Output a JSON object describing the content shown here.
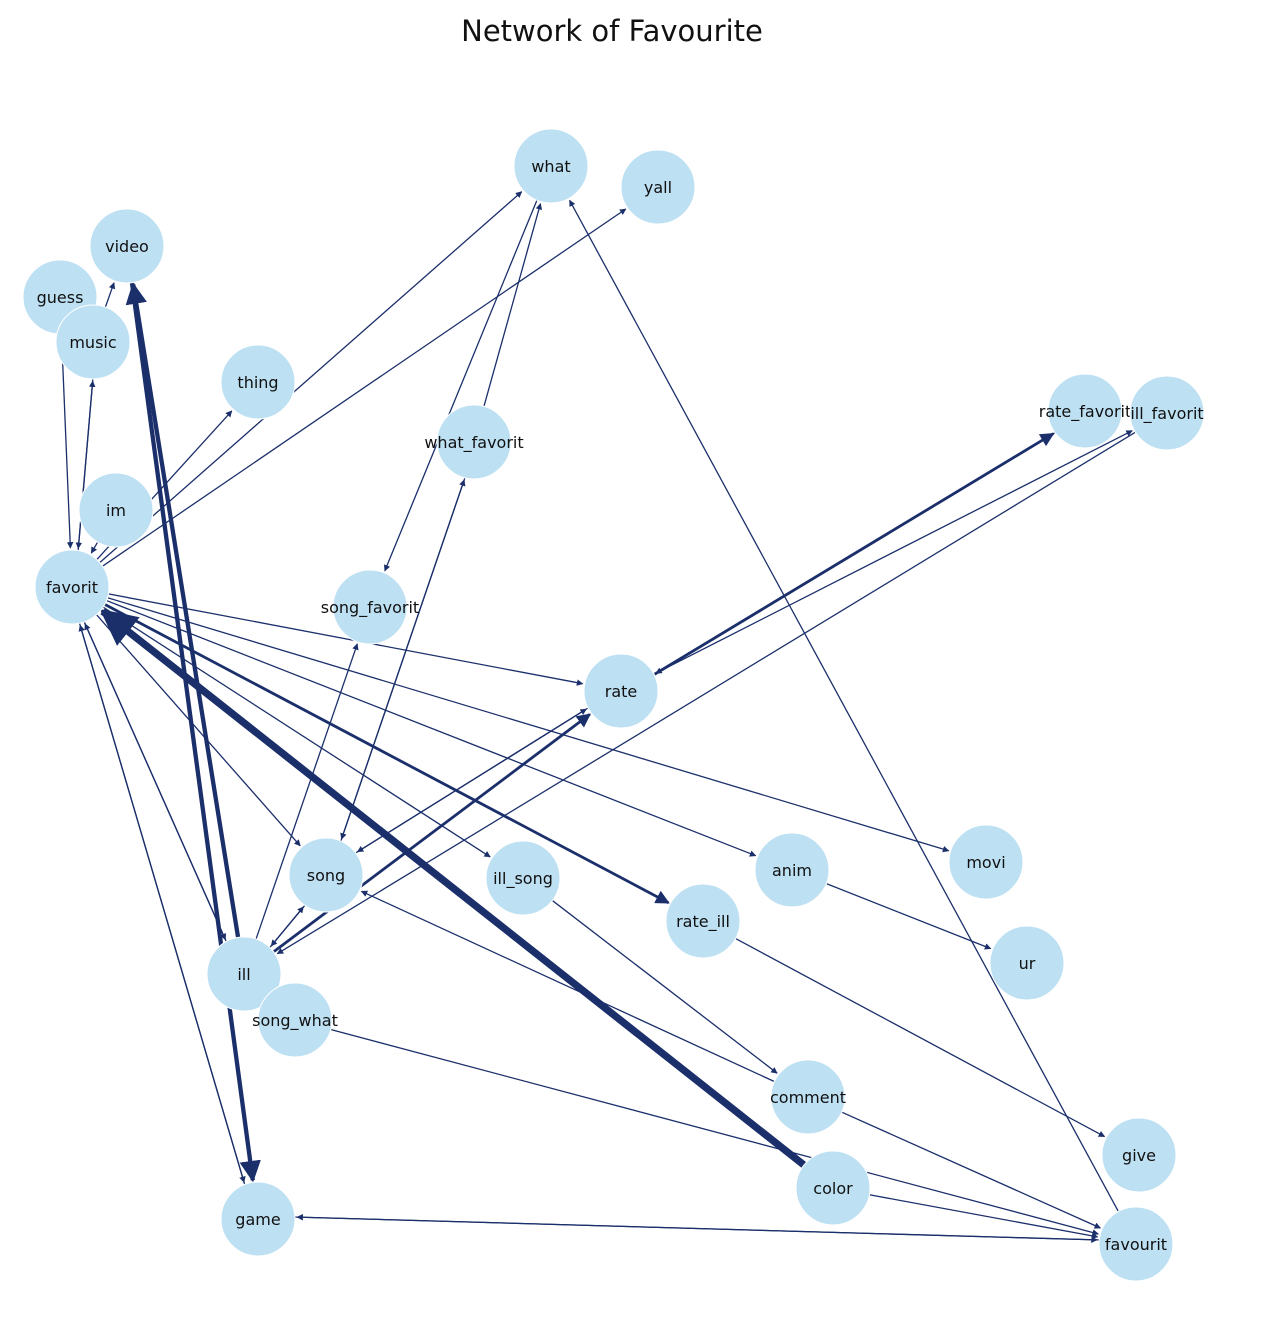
{
  "title": "Network of Favourite",
  "colors": {
    "node_fill": "#bde0f3",
    "edge": "#1b2f6b",
    "text": "#111111"
  },
  "nodes": [
    {
      "id": "what",
      "label": "what"
    },
    {
      "id": "yall",
      "label": "yall"
    },
    {
      "id": "video",
      "label": "video"
    },
    {
      "id": "guess",
      "label": "guess"
    },
    {
      "id": "music",
      "label": "music"
    },
    {
      "id": "thing",
      "label": "thing"
    },
    {
      "id": "what_favorit",
      "label": "what_favorit"
    },
    {
      "id": "rate_favorit",
      "label": "rate_favorit"
    },
    {
      "id": "ill_favorit",
      "label": "ill_favorit"
    },
    {
      "id": "im",
      "label": "im"
    },
    {
      "id": "favorit",
      "label": "favorit"
    },
    {
      "id": "song_favorit",
      "label": "song_favorit"
    },
    {
      "id": "rate",
      "label": "rate"
    },
    {
      "id": "movi",
      "label": "movi"
    },
    {
      "id": "anim",
      "label": "anim"
    },
    {
      "id": "song",
      "label": "song"
    },
    {
      "id": "ill_song",
      "label": "ill_song"
    },
    {
      "id": "rate_ill",
      "label": "rate_ill"
    },
    {
      "id": "ur",
      "label": "ur"
    },
    {
      "id": "ill",
      "label": "ill"
    },
    {
      "id": "song_what",
      "label": "song_what"
    },
    {
      "id": "comment",
      "label": "comment"
    },
    {
      "id": "give",
      "label": "give"
    },
    {
      "id": "color",
      "label": "color"
    },
    {
      "id": "game",
      "label": "game"
    },
    {
      "id": "favourit",
      "label": "favourit"
    }
  ],
  "edges": [
    {
      "source": "favorit",
      "target": "what",
      "weight": 1
    },
    {
      "source": "favorit",
      "target": "yall",
      "weight": 1
    },
    {
      "source": "favorit",
      "target": "thing",
      "weight": 1
    },
    {
      "source": "music",
      "target": "video",
      "weight": 1
    },
    {
      "source": "guess",
      "target": "favorit",
      "weight": 1
    },
    {
      "source": "favorit",
      "target": "music",
      "weight": 1
    },
    {
      "source": "music",
      "target": "favorit",
      "weight": 1
    },
    {
      "source": "im",
      "target": "favorit",
      "weight": 1
    },
    {
      "source": "ill",
      "target": "video",
      "weight": 3
    },
    {
      "source": "video",
      "target": "game",
      "weight": 3
    },
    {
      "source": "what",
      "target": "song_favorit",
      "weight": 1
    },
    {
      "source": "what_favorit",
      "target": "what",
      "weight": 1
    },
    {
      "source": "song",
      "target": "what_favorit",
      "weight": 1
    },
    {
      "source": "what_favorit",
      "target": "song",
      "weight": 1
    },
    {
      "source": "ill",
      "target": "song_favorit",
      "weight": 1
    },
    {
      "source": "favourit",
      "target": "what",
      "weight": 1
    },
    {
      "source": "rate",
      "target": "rate_favorit",
      "weight": 2
    },
    {
      "source": "rate_favorit",
      "target": "rate",
      "weight": 1
    },
    {
      "source": "rate",
      "target": "ill_favorit",
      "weight": 1
    },
    {
      "source": "ill_favorit",
      "target": "ill",
      "weight": 1
    },
    {
      "source": "favorit",
      "target": "rate",
      "weight": 1
    },
    {
      "source": "favorit",
      "target": "movi",
      "weight": 1
    },
    {
      "source": "favorit",
      "target": "anim",
      "weight": 1
    },
    {
      "source": "anim",
      "target": "ur",
      "weight": 1
    },
    {
      "source": "favorit",
      "target": "rate_ill",
      "weight": 2
    },
    {
      "source": "favorit",
      "target": "ill_song",
      "weight": 1
    },
    {
      "source": "favorit",
      "target": "song",
      "weight": 1
    },
    {
      "source": "ill",
      "target": "favorit",
      "weight": 1
    },
    {
      "source": "game",
      "target": "favorit",
      "weight": 1
    },
    {
      "source": "color",
      "target": "favorit",
      "weight": 5
    },
    {
      "source": "favorit",
      "target": "ill",
      "weight": 1
    },
    {
      "source": "favorit",
      "target": "game",
      "weight": 1
    },
    {
      "source": "ill",
      "target": "rate",
      "weight": 2
    },
    {
      "source": "song",
      "target": "rate",
      "weight": 1
    },
    {
      "source": "rate",
      "target": "song",
      "weight": 1
    },
    {
      "source": "ill",
      "target": "song",
      "weight": 1
    },
    {
      "source": "song",
      "target": "ill",
      "weight": 1
    },
    {
      "source": "ill_song",
      "target": "comment",
      "weight": 1
    },
    {
      "source": "comment",
      "target": "song",
      "weight": 1
    },
    {
      "source": "rate_ill",
      "target": "give",
      "weight": 1
    },
    {
      "source": "comment",
      "target": "favourit",
      "weight": 1
    },
    {
      "source": "song_what",
      "target": "favourit",
      "weight": 1
    },
    {
      "source": "color",
      "target": "favourit",
      "weight": 1
    },
    {
      "source": "favourit",
      "target": "game",
      "weight": 1
    },
    {
      "source": "game",
      "target": "favourit",
      "weight": 1
    }
  ]
}
